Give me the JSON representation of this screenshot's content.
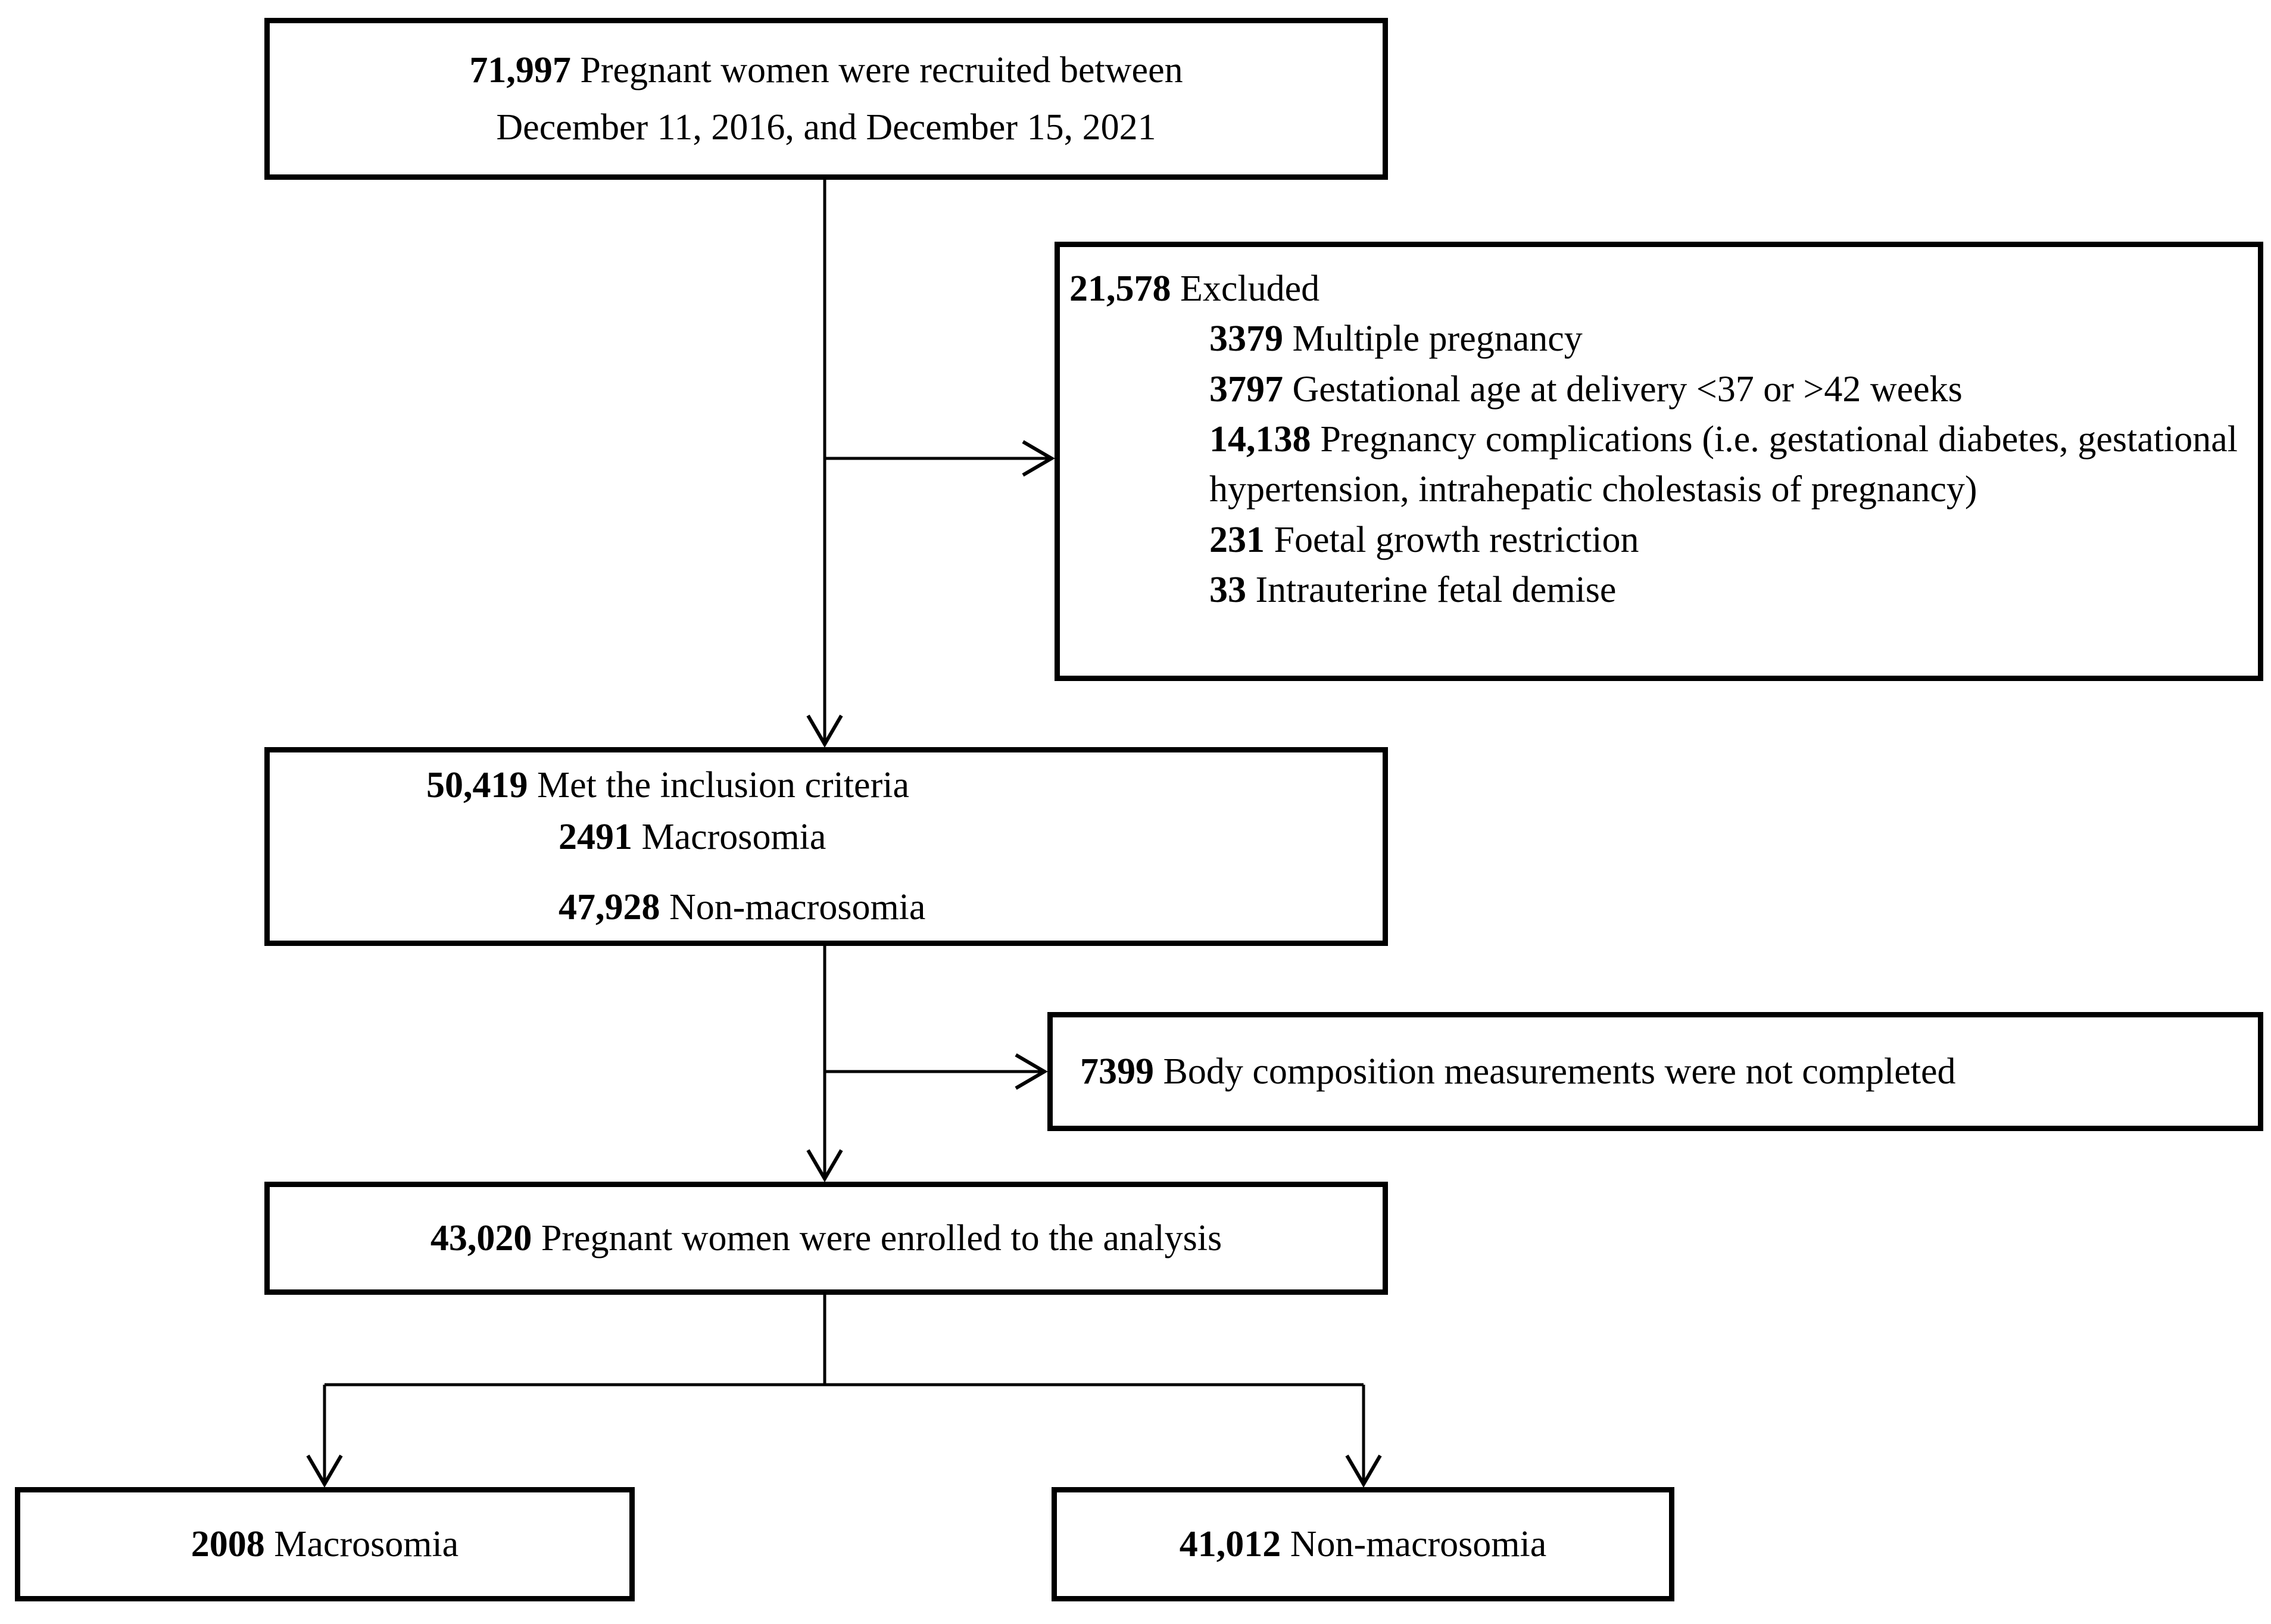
{
  "colors": {
    "ink": "#000000",
    "paper": "#ffffff"
  },
  "boxes": {
    "recruited": {
      "count": "71,997",
      "label": "Pregnant women were recruited between",
      "label_line2": "December 11, 2016, and December 15, 2021"
    },
    "excluded": {
      "count": "21,578",
      "label": "Excluded",
      "items": [
        {
          "count": "3379",
          "label": "Multiple pregnancy"
        },
        {
          "count": "3797",
          "label": "Gestational age at delivery <37 or >42 weeks"
        },
        {
          "count": "14,138",
          "label": "Pregnancy complications (i.e. gestational diabetes, gestational hypertension, intrahepatic cholestasis of pregnancy)"
        },
        {
          "count": "231",
          "label": "Foetal growth restriction"
        },
        {
          "count": "33",
          "label": "Intrauterine fetal demise"
        }
      ]
    },
    "inclusion": {
      "count": "50,419",
      "label": "Met the inclusion criteria",
      "subitems": [
        {
          "count": "2491",
          "label": "Macrosomia"
        },
        {
          "count": "47,928",
          "label": "Non-macrosomia"
        }
      ]
    },
    "body_composition": {
      "count": "7399",
      "label": "Body composition measurements were not completed"
    },
    "enrolled": {
      "count": "43,020",
      "label": "Pregnant women were enrolled to the analysis"
    },
    "macrosomia": {
      "count": "2008",
      "label": "Macrosomia"
    },
    "non_macrosomia": {
      "count": "41,012",
      "label": "Non-macrosomia"
    }
  }
}
